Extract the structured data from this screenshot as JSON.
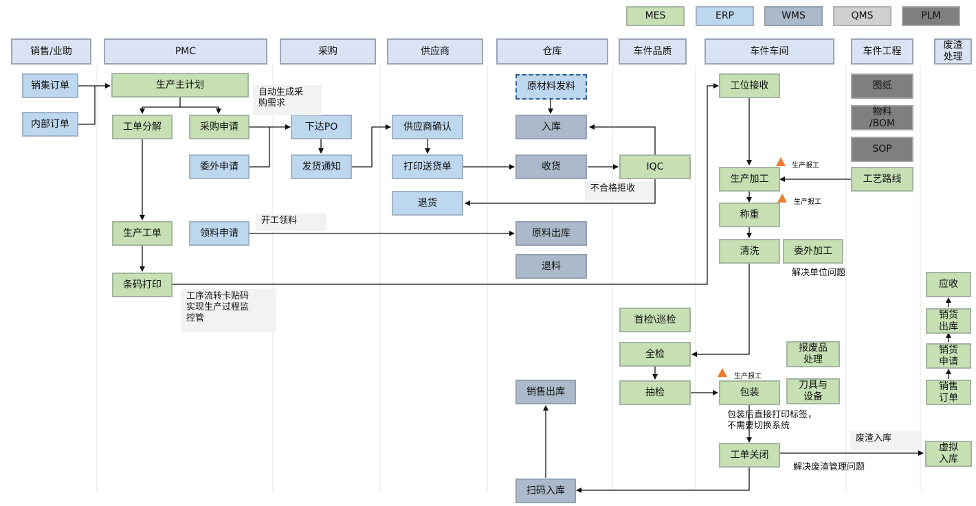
{
  "legend": {
    "mes": "MES",
    "erp": "ERP",
    "wms": "WMS",
    "qms": "QMS",
    "plm": "PLM"
  },
  "lanes": {
    "sales": "销售/业助",
    "pmc": "PMC",
    "purchase": "采购",
    "supplier": "供应商",
    "warehouse": "仓库",
    "quality": "车件品质",
    "workshop": "车件车间",
    "engineering": "车件工程",
    "scrap": "废渣\n处理"
  },
  "nodes": {
    "sales_order": "销集订单",
    "internal_order": "内部订单",
    "master_plan": "生产主计划",
    "wo_split": "工单分解",
    "purchase_request": "采购申请",
    "outsource_request": "委外申请",
    "production_order": "生产工单",
    "material_request": "领料申请",
    "barcode_print": "条码打印",
    "issue_po": "下达PO",
    "delivery_notice": "发货通知",
    "supplier_confirm": "供应商确认",
    "print_delivery": "打印送货单",
    "return_goods": "退货",
    "raw_issue": "原材料发料",
    "stock_in": "入库",
    "receiving": "收货",
    "raw_out": "原料出库",
    "material_return": "退料",
    "sales_out": "销售出库",
    "scan_in": "扫码入库",
    "iqc": "IQC",
    "first_check": "首检\\巡检",
    "full_check": "全检",
    "sample_check": "抽检",
    "station_receive": "工位接收",
    "processing": "生产加工",
    "weighing": "称重",
    "cleaning": "清洗",
    "outsource_process": "委外加工",
    "scrap_handling": "报废品\n处理",
    "packing": "包装",
    "tools": "刀具与\n设备",
    "wo_close": "工单关闭",
    "drawing": "图纸",
    "bom": "物料\n/BOM",
    "sop": "SOP",
    "routing": "工艺路线",
    "receivable": "应收",
    "sales_outbound": "销货\n出库",
    "sales_request": "销货\n申请",
    "sales_order2": "销售\n订单",
    "virtual_in": "虚拟\n入库"
  },
  "notes": {
    "auto_purchase": "自动生成采\n购需求",
    "start_picking": "开工领料",
    "flow_card": "工序流转卡贴码\n实现生产过程监\n控管",
    "reject": "不合格拒收",
    "unit_problem": "解决单位问题",
    "pack_label": "包装后直接打印标签，\n不需要切换系统",
    "scrap_in": "废渣入库",
    "scrap_problem": "解决废渣管理问题",
    "report1": "生产报工",
    "report2": "生产报工",
    "report3": "生产报工"
  },
  "colors": {
    "mes": "#c6e0b4",
    "erp": "#bdd7ee",
    "wms": "#acb9ca",
    "qms": "#d0d0d0",
    "plm": "#7f7f7f",
    "lane": "#dae3f3",
    "report_triangle": "#ed7d31"
  }
}
